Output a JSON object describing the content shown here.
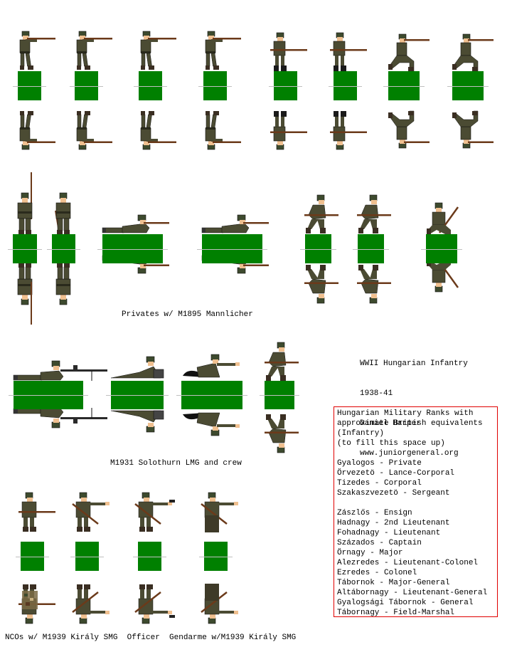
{
  "colors": {
    "base_green": "#008000",
    "fold_line": "#c0c0c0",
    "box_border": "#e00000",
    "uniform": "#4b4b33",
    "helmet": "#3d4a2e",
    "rifle": "#6b3a1a",
    "skin": "#f0c090"
  },
  "credits": {
    "title": "WWII Hungarian Infantry",
    "years": "1938-41",
    "author": "Daniel Harper",
    "website": "www.juniorgeneral.org"
  },
  "sections": {
    "privates_label": "Privates w/ M1895 Mannlicher",
    "lmg_label": "M1931 Solothurn LMG and crew",
    "bottom_label": "NCOs w/ M1939 Király SMG  Officer  Gendarme w/M1939 Király SMG"
  },
  "ranks": {
    "heading": [
      "Hungarian Military Ranks with",
      "approximate British equivalents",
      "(Infantry)",
      "(to fill this space up)"
    ],
    "nco": [
      "Gyalogos - Private",
      "Örvezetö - Lance-Corporal",
      "Tizedes - Corporal",
      "Szakaszvezetö - Sergeant"
    ],
    "officers": [
      "Zászlős - Ensign",
      "Hadnagy - 2nd Lieutenant",
      "Fohadnagy - Lieutenant",
      "Százados - Captain",
      "Örnagy - Major",
      "Alezredes - Lieutenant-Colonel",
      "Ezredes - Colonel",
      "Tábornok - Major-General",
      "Altábornagy - Lieutenant-General",
      "Gyalogsági Tábornok - General",
      "Tábornagy - Field-Marshal"
    ]
  },
  "figures": {
    "row1": [
      {
        "pose": "standing-firing",
        "headgear": "helmet"
      },
      {
        "pose": "standing-firing",
        "headgear": "cap"
      },
      {
        "pose": "standing-firing",
        "headgear": "helmet-netted"
      },
      {
        "pose": "standing-firing",
        "headgear": "helmet",
        "coat": "greatcoat"
      },
      {
        "pose": "standing-ready",
        "headgear": "helmet"
      },
      {
        "pose": "standing-ready",
        "headgear": "helmet-netted",
        "coat": "greatcoat"
      },
      {
        "pose": "kneeling-firing",
        "headgear": "helmet"
      },
      {
        "pose": "kneeling-firing",
        "headgear": "helmet-netted"
      }
    ],
    "row2": [
      {
        "pose": "attention",
        "headgear": "cap"
      },
      {
        "pose": "attention",
        "headgear": "helmet"
      },
      {
        "pose": "prone-firing",
        "headgear": "helmet"
      },
      {
        "pose": "prone-firing",
        "headgear": "helmet",
        "coat": "greatcoat"
      },
      {
        "pose": "advancing",
        "headgear": "helmet"
      },
      {
        "pose": "advancing",
        "headgear": "helmet-netted"
      },
      {
        "pose": "kneeling-port-arms",
        "headgear": "helmet"
      }
    ],
    "row3": [
      {
        "pose": "lmg-gunner-prone",
        "headgear": "helmet"
      },
      {
        "pose": "loader-prone",
        "headgear": "helmet"
      },
      {
        "pose": "crew-pointing",
        "headgear": "helmet"
      },
      {
        "pose": "advancing",
        "headgear": "helmet"
      }
    ],
    "row4": [
      {
        "pose": "nco-smg",
        "headgear": "helmet",
        "coat": "camo-tent"
      },
      {
        "pose": "nco-pointing",
        "headgear": "helmet"
      },
      {
        "pose": "officer-pistol",
        "headgear": "helmet"
      },
      {
        "pose": "gendarme-pointing",
        "headgear": "feathered-hat"
      }
    ]
  }
}
